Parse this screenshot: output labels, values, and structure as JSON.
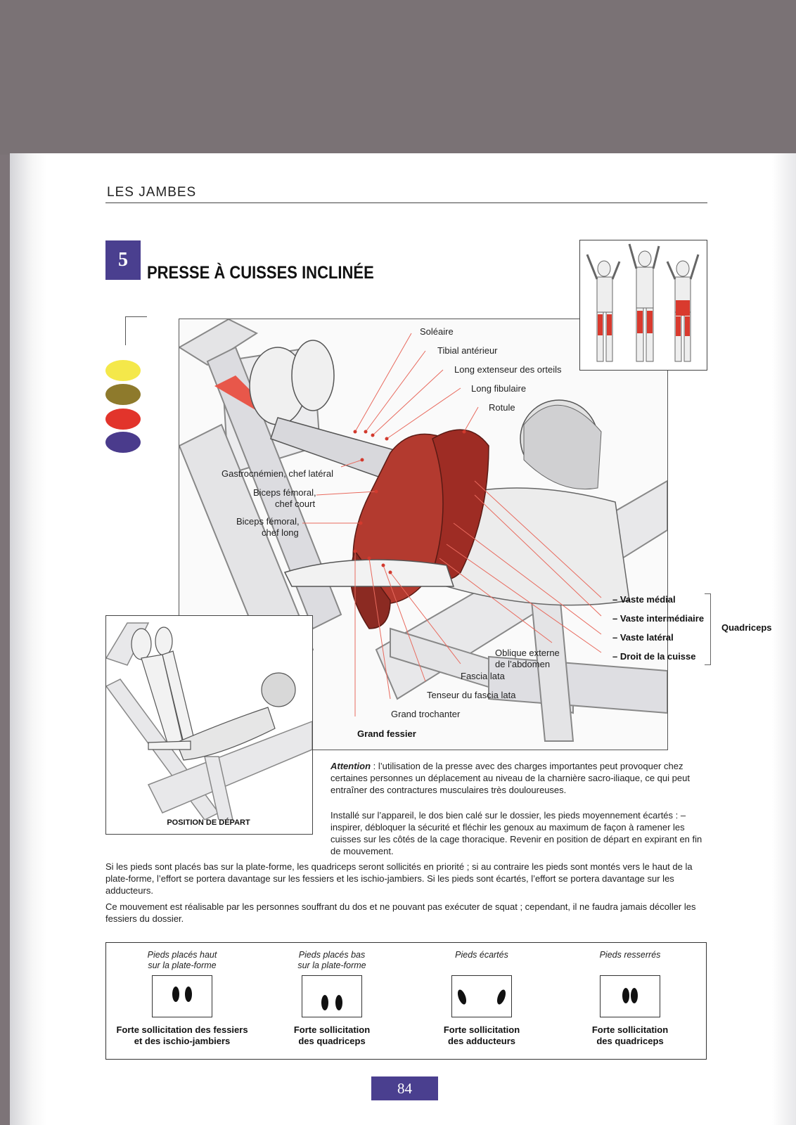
{
  "header": {
    "section": "LES JAMBES"
  },
  "exercise": {
    "number": "5",
    "title": "PRESSE À CUISSES INCLINÉE"
  },
  "legend_colors": [
    "#f4e84a",
    "#8e7a2c",
    "#e2342b",
    "#4a3b8c"
  ],
  "muscle_labels": {
    "soleaire": "Soléaire",
    "tibial": "Tibial antérieur",
    "extenseur": "Long extenseur des orteils",
    "fibulaire": "Long fibulaire",
    "rotule": "Rotule",
    "gastro": "Gastrocnémien, chef latéral",
    "biceps_court_1": "Biceps fémoral,",
    "biceps_court_2": "chef court",
    "biceps_long_1": "Biceps fémoral,",
    "biceps_long_2": "chef long",
    "oblique_1": "Oblique externe",
    "oblique_2": "de l’abdomen",
    "fascia": "Fascia lata",
    "tenseur": "Tenseur du fascia lata",
    "trochanter": "Grand trochanter",
    "fessier": "Grand fessier"
  },
  "quadriceps": {
    "label": "Quadriceps",
    "parts": [
      "– Vaste médial",
      "– Vaste intermédiaire",
      "– Vaste latéral",
      "– Droit de la cuisse"
    ]
  },
  "start_position": "POSITION DE DÉPART",
  "text": {
    "attention_label": "Attention",
    "attention_body": " : l’utilisation de la presse avec des charges importantes peut provoquer chez certaines personnes un déplacement au niveau de la charnière sacro-iliaque, ce qui peut entraîner des contractures musculaires très douloureuses.",
    "instructions": "Installé sur l’appareil, le dos bien calé sur le dossier, les pieds moyennement écartés : – inspirer, débloquer la sécurité et fléchir les genoux au maximum de façon à ramener les cuisses sur les côtés de la cage thoracique. Revenir en position de départ en expirant en fin de mouvement.",
    "para1": "Si les pieds sont placés bas sur la plate-forme, les quadriceps seront sollicités en priorité ; si au contraire les pieds sont montés vers le haut de la plate-forme, l’effort se portera davantage sur les fessiers et les ischio-jambiers. Si les pieds sont écartés, l’effort se portera davantage sur les adducteurs.",
    "para2": "Ce mouvement est réalisable par les personnes souffrant du dos et ne pouvant pas exécuter de squat ; cependant, il ne faudra jamais décoller les fessiers du dossier."
  },
  "feet": [
    {
      "title_1": "Pieds placés haut",
      "title_2": "sur la plate-forme",
      "cap_1": "Forte sollicitation des fessiers",
      "cap_2": "et des ischio-jambiers"
    },
    {
      "title_1": "Pieds placés bas",
      "title_2": "sur la plate-forme",
      "cap_1": "Forte sollicitation",
      "cap_2": "des quadriceps"
    },
    {
      "title_1": "Pieds écartés",
      "title_2": "",
      "cap_1": "Forte sollicitation",
      "cap_2": "des adducteurs"
    },
    {
      "title_1": "Pieds resserrés",
      "title_2": "",
      "cap_1": "Forte sollicitation",
      "cap_2": "des quadriceps"
    }
  ],
  "page_number": "84"
}
